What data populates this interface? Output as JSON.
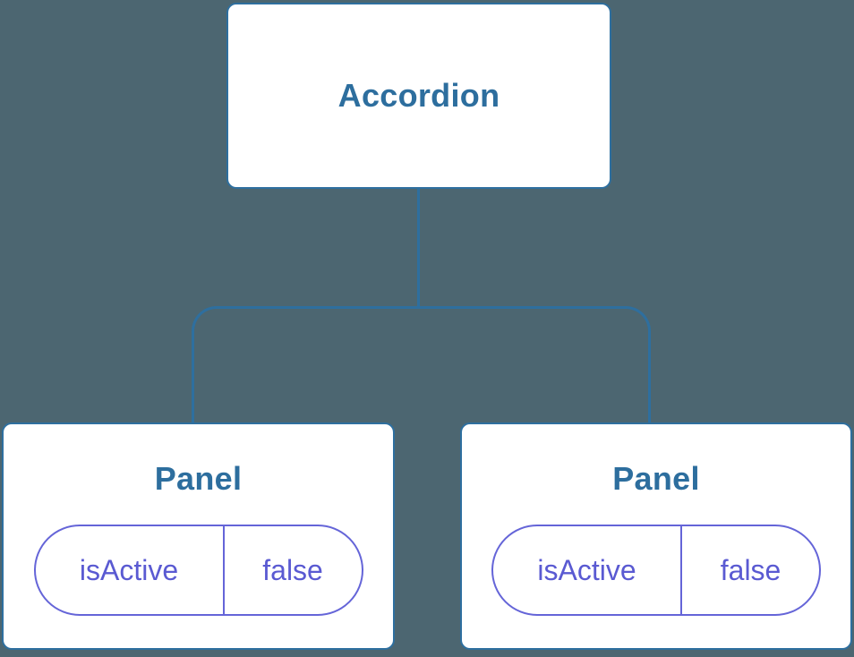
{
  "colors": {
    "background": "#4c6671",
    "node_fill": "#ffffff",
    "node_border": "#2e6f9f",
    "node_text": "#2d6e9e",
    "connector": "#2e6f9f",
    "state_border": "#6565d8",
    "state_text": "#5a5ad2"
  },
  "tree": {
    "root": {
      "label": "Accordion"
    },
    "children": [
      {
        "label": "Panel",
        "state": {
          "key": "isActive",
          "value": "false"
        }
      },
      {
        "label": "Panel",
        "state": {
          "key": "isActive",
          "value": "false"
        }
      }
    ]
  }
}
